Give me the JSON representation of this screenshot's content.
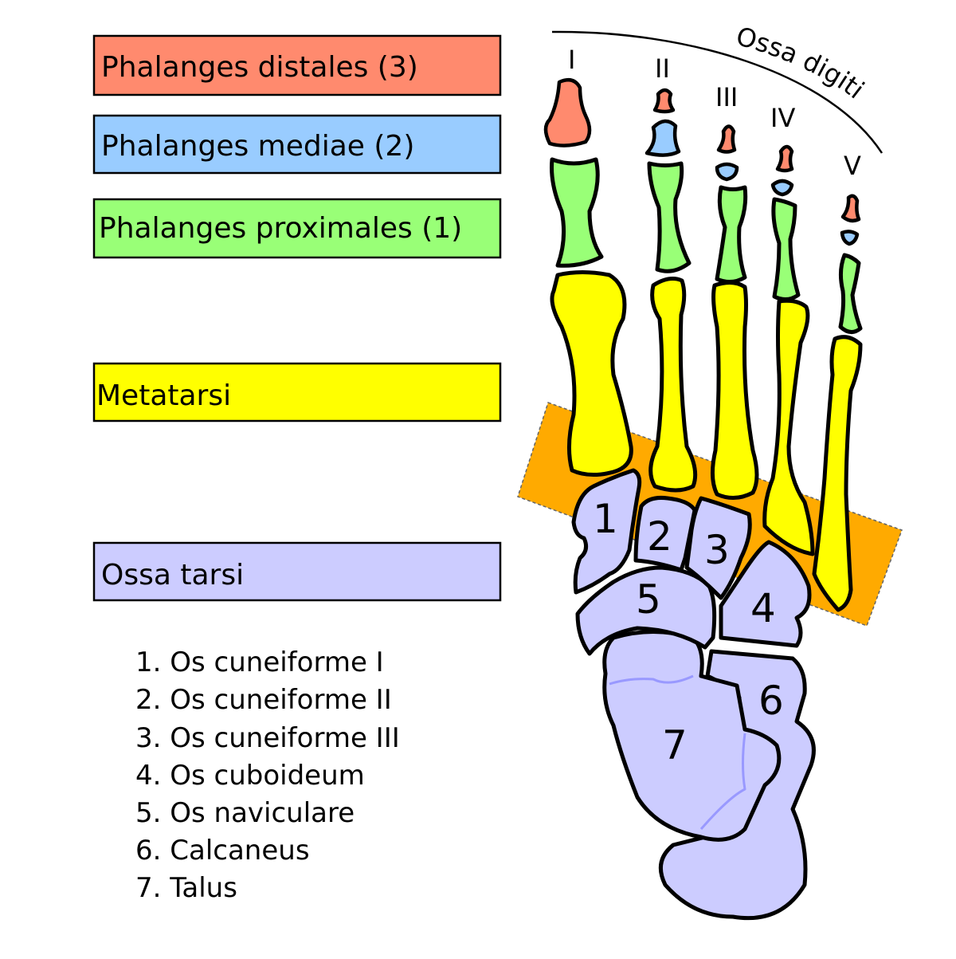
{
  "legend_boxes": [
    {
      "label": "Phalanges distales (3)",
      "color": "#ff8a6e"
    },
    {
      "label": "Phalanges mediae (2)",
      "color": "#99ccff"
    },
    {
      "label": "Phalanges proximales (1)",
      "color": "#99ff77"
    },
    {
      "label": "Metatarsi",
      "color": "#ffff00"
    },
    {
      "label": "Ossa tarsi",
      "color": "#ccccff"
    }
  ],
  "digits_label": "Ossa digiti",
  "toe_numerals": [
    "I",
    "II",
    "III",
    "IV",
    "V"
  ],
  "bone_numbers": [
    "1",
    "2",
    "3",
    "4",
    "5",
    "6",
    "7"
  ],
  "tarsal_list": [
    "1. Os cuneiforme I",
    "2. Os cuneiforme II",
    "3. Os cuneiforme III",
    "4. Os cuboideum",
    "5. Os naviculare",
    "6. Calcaneus",
    "7. Talus"
  ],
  "colors": {
    "distal": "#ff8a6e",
    "middle": "#99ccff",
    "proximal": "#99ff77",
    "metatarsal": "#ffff00",
    "tarsal": "#ccccff",
    "tarsometatarsal_band": "#ffaa00",
    "outline": "#000000"
  }
}
